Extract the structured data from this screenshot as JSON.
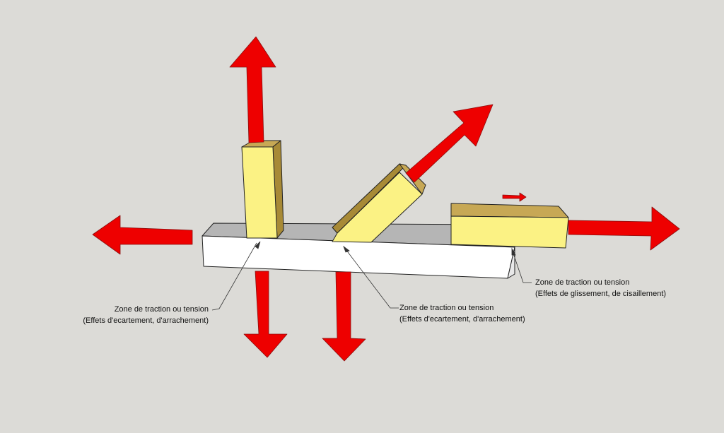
{
  "colors": {
    "background": "#dcdbd7",
    "arrow": "#ee0000",
    "wood_face": "#fbf284",
    "wood_side": "#a88a36",
    "wood_top": "#c7a855",
    "beam_front": "#ffffff",
    "beam_top": "#b5b5b5",
    "outline": "#222222"
  },
  "labels": {
    "left": {
      "line1": "Zone de traction ou tension",
      "line2": "(Effets d'ecartement, d'arrachement)"
    },
    "middle": {
      "line1": "Zone de traction ou tension",
      "line2": "(Effets d'ecartement, d'arrachement)"
    },
    "right": {
      "line1": "Zone de traction ou tension",
      "line2": "(Effets de glissement, de cisaillement)"
    }
  }
}
